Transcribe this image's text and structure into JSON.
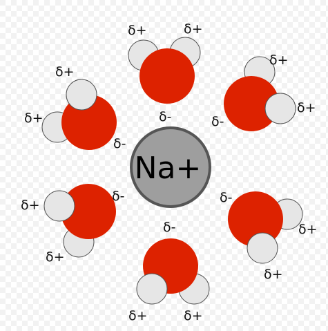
{
  "ion": {
    "label": "Na+",
    "color": "#9e9e9e"
  },
  "colors": {
    "oxygen": "#dd2200",
    "hydrogen": "#e6e6e6",
    "outline": "#555555",
    "checker": "#f2f2f2"
  },
  "water_molecules": [
    {
      "name": "top",
      "partial_negative": "δ-",
      "partial_positive_1": "δ+",
      "partial_positive_2": "δ+"
    },
    {
      "name": "upper-right",
      "partial_negative": "δ-",
      "partial_positive_1": "δ+",
      "partial_positive_2": "δ+"
    },
    {
      "name": "lower-right",
      "partial_negative": "δ-",
      "partial_positive_1": "δ+",
      "partial_positive_2": "δ+"
    },
    {
      "name": "bottom",
      "partial_negative": "δ-",
      "partial_positive_1": "δ+",
      "partial_positive_2": "δ+"
    },
    {
      "name": "lower-left",
      "partial_negative": "δ-",
      "partial_positive_1": "δ+",
      "partial_positive_2": "δ+"
    },
    {
      "name": "upper-left",
      "partial_negative": "δ-",
      "partial_positive_1": "δ+",
      "partial_positive_2": "δ+"
    }
  ]
}
